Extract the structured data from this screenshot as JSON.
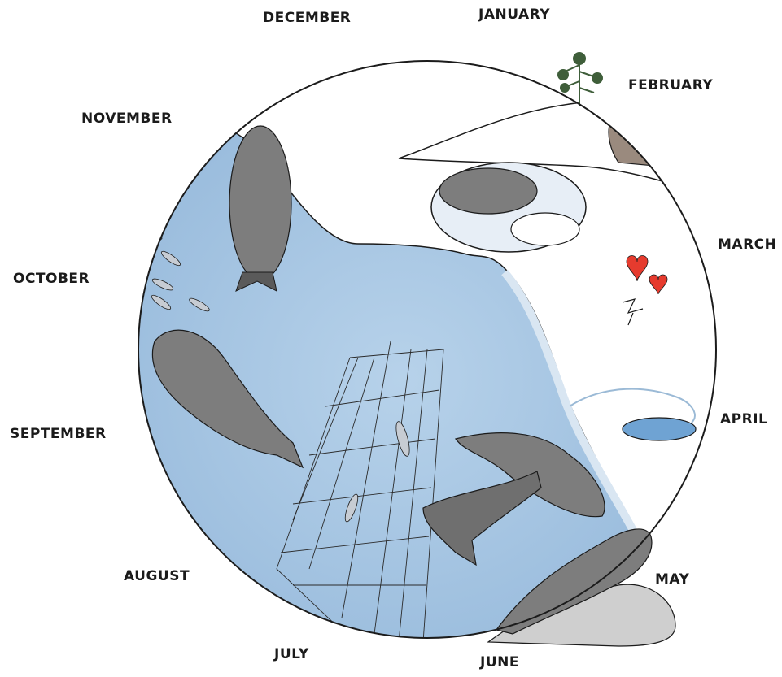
{
  "months": {
    "january": "JANUARY",
    "february": "FEBRUARY",
    "march": "MARCH",
    "april": "APRIL",
    "may": "MAY",
    "june": "JUNE",
    "july": "JULY",
    "august": "AUGUST",
    "september": "SEPTEMBER",
    "october": "OCTOBER",
    "november": "NOVEMBER",
    "december": "DECEMBER"
  },
  "colors": {
    "water": "#a9c8e4",
    "water_dark": "#8fb3d6",
    "ice": "#ffffff",
    "ice_shadow": "#d9e6f2",
    "seal": "#7d7d7d",
    "seal_dark": "#5a5a5a",
    "rock": "#bcbcbc",
    "heart": "#e63b2e",
    "tree": "#3f5e3a",
    "outline": "#1b1b1b"
  }
}
